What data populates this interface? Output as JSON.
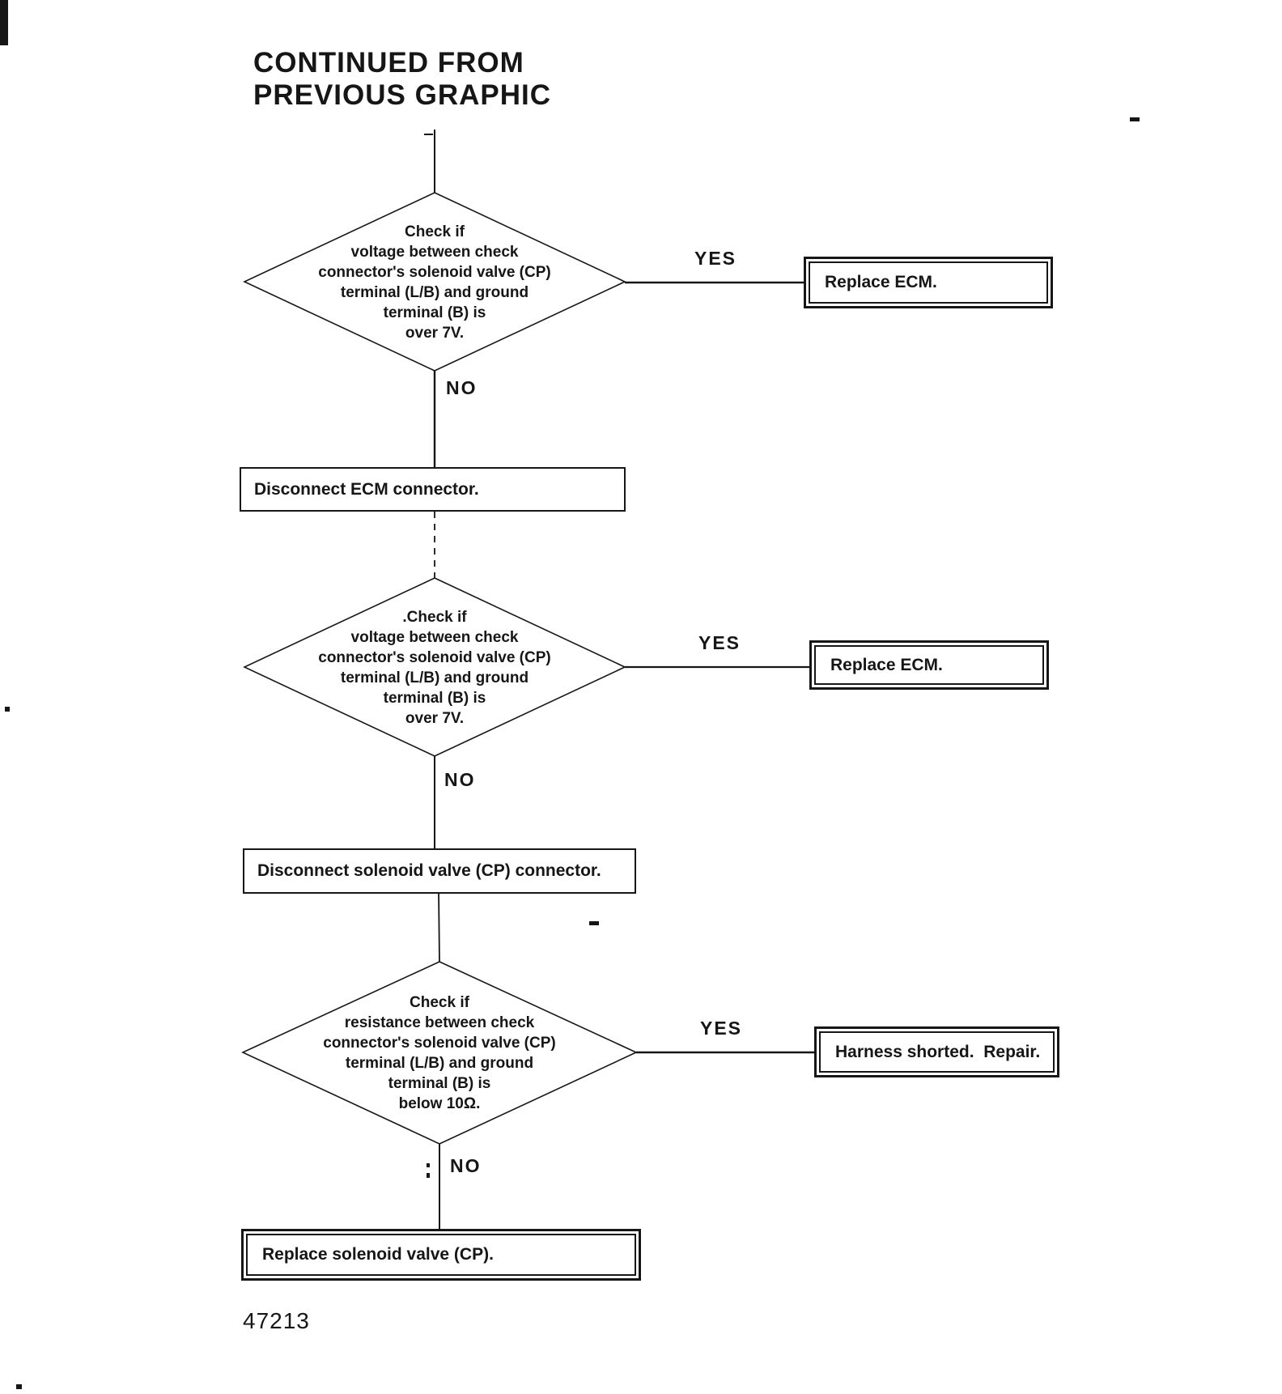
{
  "page": {
    "title": [
      "CONTINUED FROM",
      "PREVIOUS GRAPHIC"
    ],
    "figure_number": "47213",
    "ink_color": "#161616",
    "background_color": "#ffffff"
  },
  "labels": {
    "yes": "YES",
    "no": "NO"
  },
  "flowchart": {
    "decision_1": {
      "lines": [
        "Check if",
        "voltage between check",
        "connector's solenoid valve (CP)",
        "terminal (L/B) and ground",
        "terminal (B) is",
        "over 7V."
      ]
    },
    "decision_2": {
      "lines": [
        ".Check if",
        "voltage between check",
        "connector's solenoid valve (CP)",
        "terminal (L/B) and ground",
        "terminal (B) is",
        "over 7V."
      ]
    },
    "decision_3": {
      "lines": [
        "Check if",
        "resistance between check",
        "connector's solenoid valve (CP)",
        "terminal (L/B) and ground",
        "terminal (B) is",
        "below 10Ω."
      ]
    },
    "process_1": {
      "label": "Disconnect ECM connector."
    },
    "process_2": {
      "label": "Disconnect solenoid valve (CP) connector."
    },
    "terminal_1": {
      "label": "Replace ECM."
    },
    "terminal_2": {
      "label": "Replace ECM."
    },
    "terminal_3": {
      "label": "Harness shorted.  Repair."
    },
    "terminal_4": {
      "label": "Replace solenoid valve (CP)."
    }
  }
}
